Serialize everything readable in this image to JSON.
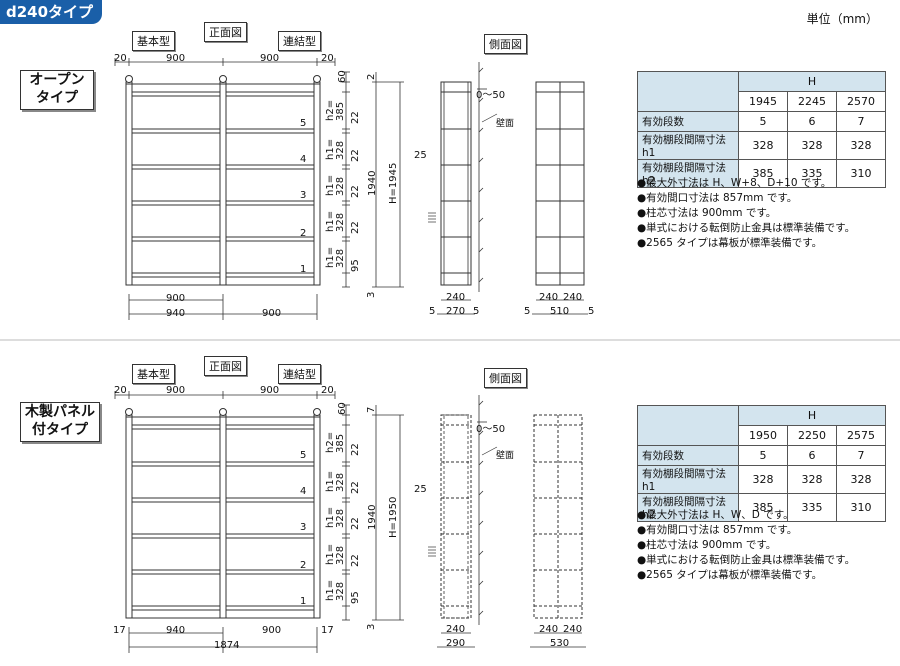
{
  "badge": "d240タイプ",
  "unit_label": "単位（mm）",
  "labels": {
    "basic": "基本型",
    "front": "正面図",
    "linked": "連結型",
    "side": "側面図",
    "wall": "壁面",
    "gap": "0～50"
  },
  "top_section": {
    "type_line1": "オープン",
    "type_line2": "タイプ",
    "top_dims": [
      "20",
      "900",
      "900",
      "20"
    ],
    "bottom_dims": [
      "900",
      "940",
      "900"
    ],
    "v_dims": [
      "60",
      "2",
      "1940",
      "H=1945",
      "3"
    ],
    "h_labels": [
      "h2=\n385",
      "h1=\n328",
      "h1=\n328",
      "h1=\n328",
      "h1=\n328"
    ],
    "gaps": [
      "22",
      "22",
      "22",
      "22",
      "95"
    ],
    "shelf_numbers": [
      "5",
      "4",
      "3",
      "2",
      "1"
    ],
    "side_dims": [
      "25",
      "240",
      "5",
      "270",
      "5"
    ],
    "side2_dims": [
      "240",
      "240",
      "5",
      "510",
      "5"
    ],
    "table": {
      "header": "H",
      "heights": [
        "1945",
        "2245",
        "2570"
      ],
      "rows": [
        {
          "label": "有効段数",
          "values": [
            "5",
            "6",
            "7"
          ]
        },
        {
          "label": "有効棚段間隔寸法h1",
          "values": [
            "328",
            "328",
            "328"
          ]
        },
        {
          "label": "有効棚段間隔寸法h2",
          "values": [
            "385",
            "335",
            "310"
          ]
        }
      ]
    },
    "notes": [
      "●最大外寸法は H、W+8、D+10 です。",
      "●有効間口寸法は 857mm です。",
      "●柱芯寸法は 900mm です。",
      "●単式における転倒防止金具は標準装備です。",
      "●2565 タイプは幕板が標準装備です。"
    ]
  },
  "bottom_section": {
    "type_line1": "木製パネル",
    "type_line2": "付タイプ",
    "top_dims": [
      "20",
      "900",
      "900",
      "20"
    ],
    "bottom_dims": [
      "17",
      "940",
      "900",
      "17",
      "1874"
    ],
    "v_dims": [
      "60",
      "7",
      "1940",
      "H=1950",
      "3"
    ],
    "h_labels": [
      "h2=\n385",
      "h1=\n328",
      "h1=\n328",
      "h1=\n328",
      "h1=\n328"
    ],
    "gaps": [
      "22",
      "22",
      "22",
      "22",
      "95"
    ],
    "shelf_numbers": [
      "5",
      "4",
      "3",
      "2",
      "1"
    ],
    "side_dims": [
      "25",
      "240",
      "290"
    ],
    "side2_dims": [
      "240",
      "240",
      "530"
    ],
    "table": {
      "header": "H",
      "heights": [
        "1950",
        "2250",
        "2575"
      ],
      "rows": [
        {
          "label": "有効段数",
          "values": [
            "5",
            "6",
            "7"
          ]
        },
        {
          "label": "有効棚段間隔寸法h1",
          "values": [
            "328",
            "328",
            "328"
          ]
        },
        {
          "label": "有効棚段間隔寸法h2",
          "values": [
            "385",
            "335",
            "310"
          ]
        }
      ]
    },
    "notes": [
      "●最大外寸法は H、W、D です。",
      "●有効間口寸法は 857mm です。",
      "●柱芯寸法は 900mm です。",
      "●単式における転倒防止金具は標準装備です。",
      "●2565 タイプは幕板が標準装備です。"
    ]
  }
}
